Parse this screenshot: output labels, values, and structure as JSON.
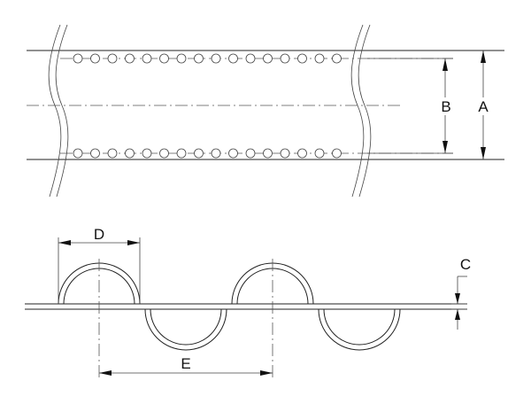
{
  "dimensions": {
    "a": "A",
    "b": "B",
    "c": "C",
    "d": "D",
    "e": "E"
  },
  "colors": {
    "line": "#222222",
    "background": "#ffffff"
  }
}
